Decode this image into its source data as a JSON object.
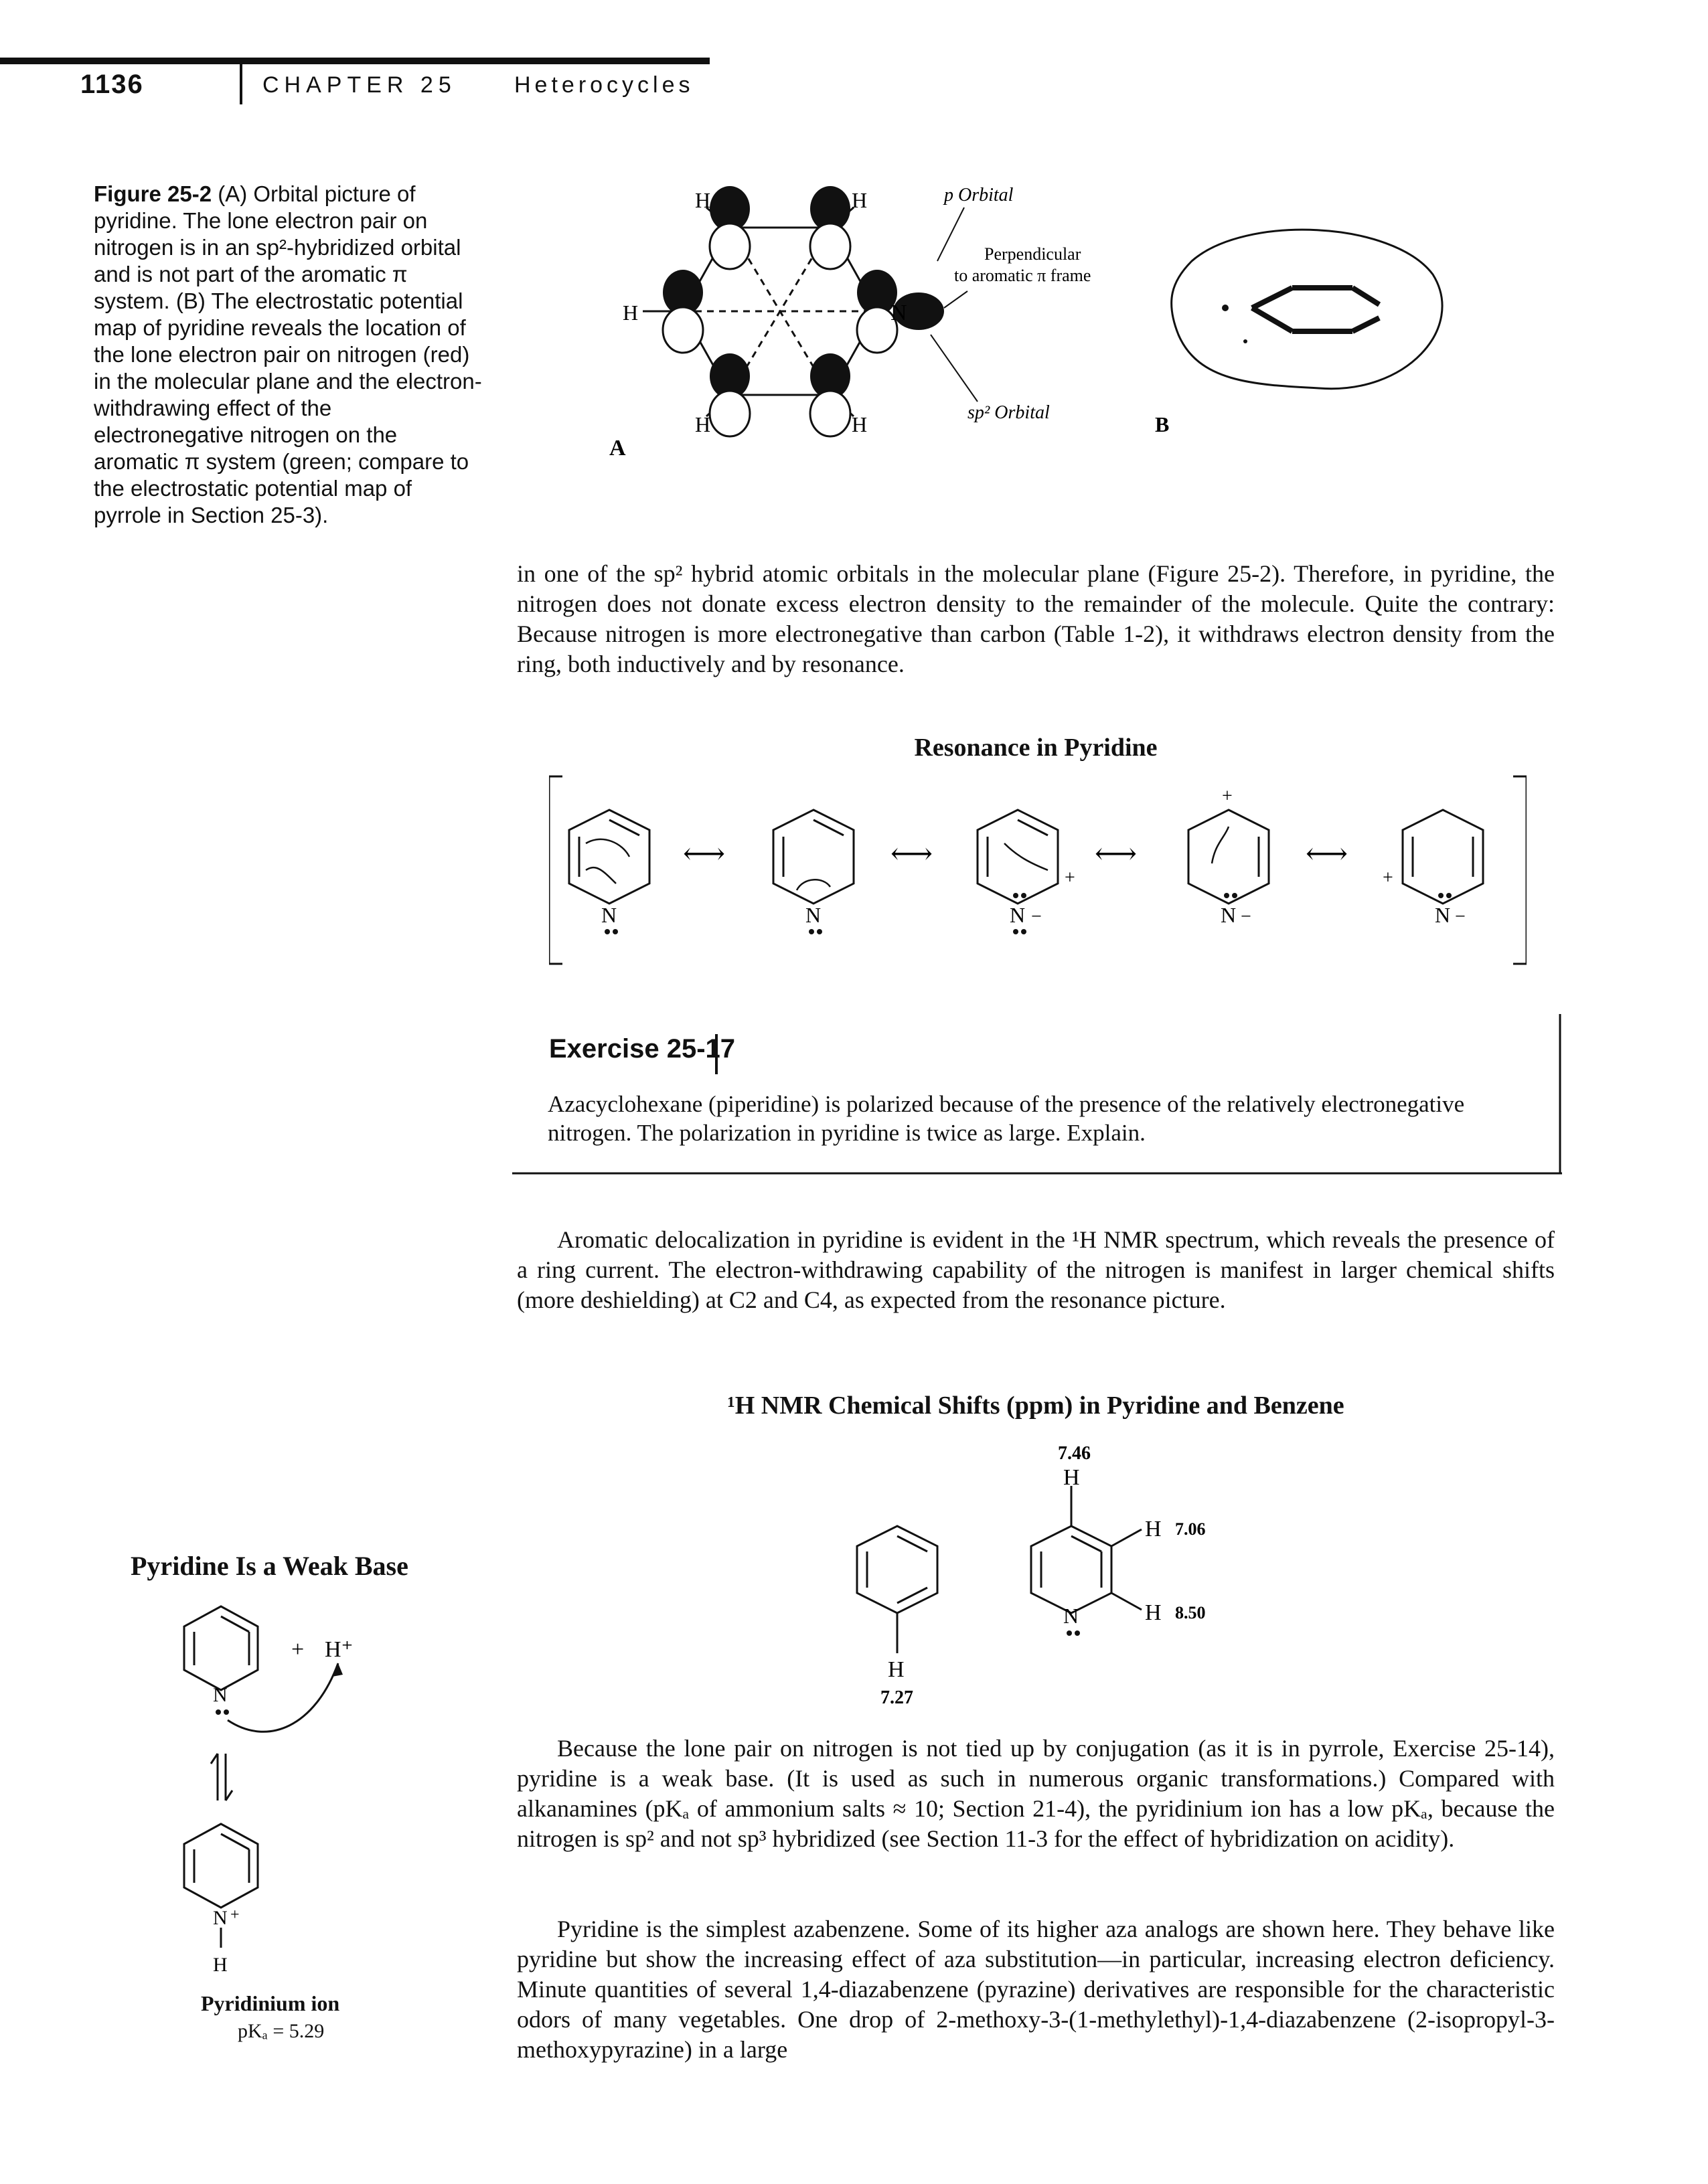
{
  "header": {
    "page_number": "1136",
    "chapter": "CHAPTER 25",
    "title": "Heterocycles"
  },
  "figure": {
    "caption_label": "Figure 25-2",
    "caption_text": " (A) Orbital picture of pyridine. The lone electron pair on nitrogen is in an sp²-hybridized orbital and is not part of the aromatic π system. (B) The electrostatic potential map of pyridine reveals the location of the lone electron pair on nitrogen (red) in the molecular plane and the electron-withdrawing effect of the electronegative nitrogen on the aromatic π system (green; compare to the electrostatic potential map of pyrrole in Section 25-3).",
    "panel_a": "A",
    "panel_b": "B",
    "label_p_orbital": "p Orbital",
    "label_perpendicular_1": "Perpendicular",
    "label_perpendicular_2": "to aromatic π frame",
    "label_sp2_orbital": "sp² Orbital",
    "atom_h": "H",
    "atom_n": "N"
  },
  "body": {
    "para_intro": "in one of the sp² hybrid atomic orbitals in the molecular plane (Figure 25-2). Therefore, in pyridine, the nitrogen does not donate excess electron density to the remainder of the molecule. Quite the contrary: Because nitrogen is more electronegative than carbon (Table 1-2), it withdraws electron density from the ring, both inductively and by resonance.",
    "para_nmr": "Aromatic delocalization in pyridine is evident in the ¹H NMR spectrum, which reveals the presence of a ring current. The electron-withdrawing capability of the nitrogen is manifest in larger chemical shifts (more deshielding) at C2 and C4, as expected from the resonance picture.",
    "para_base": "Because the lone pair on nitrogen is not tied up by conjugation (as it is in pyrrole, Exercise 25-14), pyridine is a weak base. (It is used as such in numerous organic transformations.) Compared with alkanamines (pKₐ of ammonium salts ≈ 10; Section 21-4), the pyridinium ion has a low pKₐ, because the nitrogen is sp² and not sp³ hybridized (see Section 11-3 for the effect of hybridization on acidity).",
    "para_aza": "Pyridine is the simplest azabenzene. Some of its higher aza analogs are shown here. They behave like pyridine but show the increasing effect of aza substitution—in particular, increasing electron deficiency. Minute quantities of several 1,4-diazabenzene (pyrazine) derivatives are responsible for the characteristic odors of many vegetables. One drop of 2-methoxy-3-(1-methylethyl)-1,4-diazabenzene (2-isopropyl-3-methoxypyrazine) in a large"
  },
  "resonance": {
    "title": "Resonance in Pyridine",
    "atom_n": "N",
    "plus": "+",
    "minus": "−",
    "arrow": "⟷"
  },
  "exercise": {
    "title": "Exercise 25-17",
    "text": "Azacyclohexane (piperidine) is polarized because of the presence of the relatively electronegative nitrogen. The polarization in pyridine is twice as large. Explain."
  },
  "nmr": {
    "title": "¹H NMR Chemical Shifts (ppm) in Pyridine and Benzene",
    "benzene_shift": "7.27",
    "pyridine_c4_shift": "7.46",
    "pyridine_c3_shift": "7.06",
    "pyridine_c2_shift": "8.50",
    "atom_h": "H",
    "atom_n": "N"
  },
  "weak_base": {
    "title": "Pyridine Is a Weak Base",
    "plus": "+",
    "proton": "H⁺",
    "atom_n": "N",
    "atom_h": "H",
    "charge": "+",
    "pyridinium_label": "Pyridinium ion",
    "pka": "pKₐ = 5.29"
  }
}
